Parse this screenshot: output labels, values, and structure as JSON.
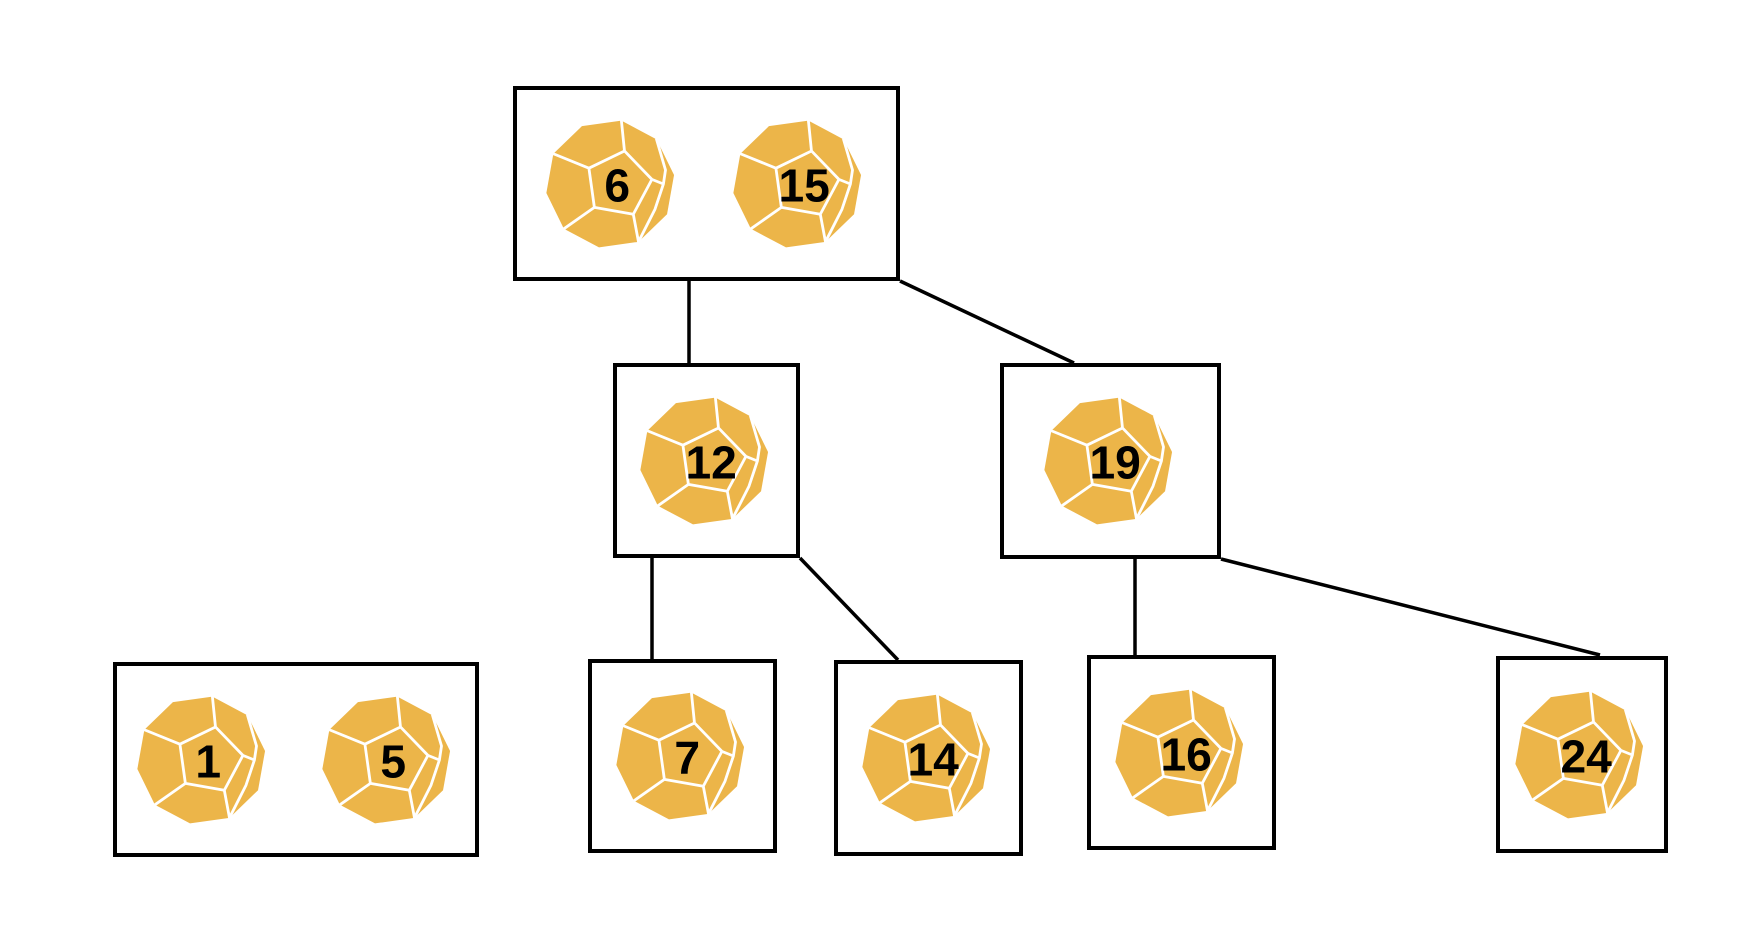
{
  "nodes": {
    "root": {
      "values": [
        "6",
        "15"
      ]
    },
    "n12": {
      "values": [
        "12"
      ]
    },
    "n19": {
      "values": [
        "19"
      ]
    },
    "leaf_1_5": {
      "values": [
        "1",
        "5"
      ]
    },
    "leaf_7": {
      "values": [
        "7"
      ]
    },
    "leaf_14": {
      "values": [
        "14"
      ]
    },
    "leaf_16": {
      "values": [
        "16"
      ]
    },
    "leaf_24": {
      "values": [
        "24"
      ]
    }
  },
  "edges": [
    {
      "from": "root",
      "to": "n12"
    },
    {
      "from": "root",
      "to": "n19"
    },
    {
      "from": "n12",
      "to": "leaf_7"
    },
    {
      "from": "n12",
      "to": "leaf_14"
    },
    {
      "from": "n19",
      "to": "leaf_16"
    },
    {
      "from": "n19",
      "to": "leaf_24"
    }
  ],
  "colors": {
    "background": "#FFFFFF",
    "die_fill": "#ECB549",
    "die_edge": "#FFFFFF",
    "box_border": "#000000",
    "connector": "#000000",
    "number": "#000000"
  }
}
